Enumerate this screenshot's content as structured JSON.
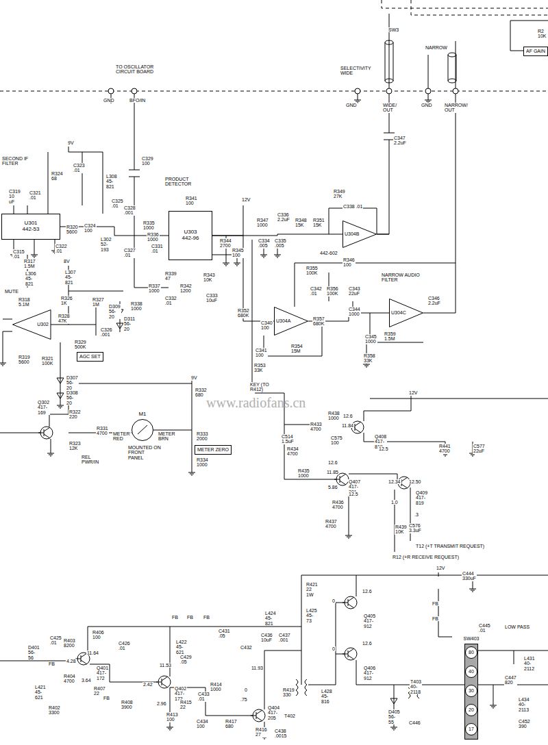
{
  "diagram": {
    "nodes": [
      {
        "text": [
          "AF GAIN"
        ]
      },
      {
        "text": [
          "U301",
          "442-53"
        ]
      },
      {
        "text": [
          "U303",
          "442-96"
        ]
      },
      {
        "text": [
          "U304B"
        ]
      },
      {
        "text": [
          "U304A"
        ]
      },
      {
        "text": [
          "U304C"
        ]
      },
      {
        "text": [
          "U302"
        ]
      },
      {
        "text": [
          "AGC SET"
        ]
      },
      {
        "text": [
          "M1"
        ]
      },
      {
        "text": [
          "METER ZERO"
        ]
      },
      {
        "text": [
          "SW403"
        ]
      },
      {
        "text": [
          "80"
        ],
        "in": 10
      },
      {
        "text": [
          "40"
        ],
        "in": 10
      },
      {
        "text": [
          "30"
        ],
        "in": 10
      },
      {
        "text": [
          "20"
        ],
        "in": 10
      },
      {
        "text": [
          "17"
        ],
        "in": 10
      }
    ],
    "edges": [
      {
        "from": 1,
        "to": 2,
        "arrow": "none"
      },
      {
        "from": 2,
        "to": 3,
        "arrow": "none"
      },
      {
        "from": 2,
        "to": 4,
        "arrow": "none"
      },
      {
        "from": 4,
        "to": 5,
        "arrow": "none"
      }
    ],
    "labels": [
      "TO OSCILLATOR CIRCUIT BOARD",
      "GND",
      "BFO/IN",
      "SW3",
      "SELECTIVITY WIDE",
      "NARROW",
      "R2 10K",
      "GND",
      "WIDE/ OUT",
      "GND",
      "NARROW/ OUT",
      "C347 2.2uF",
      "SECOND IF FILTER",
      "9V",
      "C323 .01",
      "R324 68",
      "L308 45-821",
      "C319 10 uF",
      "C321 .01",
      "C325 .01",
      "C329 100",
      "PRODUCT DETECTOR",
      "R341 100",
      "12V",
      "R349 27K",
      "C338 .01",
      "R347 1000",
      "C336 2.2uF",
      "R348 15K",
      "R351 15K",
      "442-602",
      "C328 .001",
      "C327 .01",
      "R320 5600",
      "C324 100",
      "L302 52-193",
      "R335 1000",
      "R336 1000",
      "C331 .01",
      "R344 2700",
      "R345 100",
      "C334 .005",
      "C335 .005",
      "C322 .01",
      "C315 .01",
      "R317 1.5M",
      "L306 45-821",
      "8V",
      "L307 45-821",
      "R339 47",
      "R337 1000",
      "R343 10K",
      "R342 1200",
      "C332 .01",
      "C333 10uF",
      "R346 100",
      "R355 100K",
      "C342 .01",
      "R356 100K",
      "C343 22uF",
      "NARROW AUDIO FILTER",
      "C346 2.2uF",
      "R338 1000",
      "R326 1K",
      "R327 1M",
      "D309 56-20",
      "D311 56-20",
      "R328 47K",
      "MUTE",
      "R318 5.1M",
      "C326 .001",
      "R329 500K",
      "R319 5600",
      "R321 100K",
      "D307 56-20",
      "D308 56-20",
      "R352 680K",
      "C340 100",
      "R357 680K",
      "C344 1000",
      "R359 1.5M",
      "C345 1000",
      "C341 100",
      "R354 15M",
      "R358 33K",
      "R353 33K",
      "9V",
      "R332 680",
      "Q302 417-169",
      "R322 220",
      "R331 4700",
      "R323 12K",
      "METER RED",
      "METER BRN",
      "MOUNTED ON FRONT PANEL",
      "REL PWR/IN",
      "R333 2000",
      "R334 1000",
      "www.radiofans.cn",
      "KEY (TO R412)",
      "12V",
      "R438 1000",
      "R433 4700",
      "C575 100",
      "C514 1.5uF",
      "R434 4700",
      "Q408 417-819",
      "R441 4700",
      "C577 22uF",
      "R435 1000",
      "Q407 417-201",
      "Q409 417-819",
      "R436 4700",
      "R437 4700",
      "R439 10K",
      "C576 3.3uF",
      "T12 (+T TRANSMIT REQUEST)",
      "R12 (+R RECEIVE REQUEST)",
      "12.6",
      "11.84",
      "12.5",
      "12.6",
      "11.85",
      "5.86",
      "12.5",
      "12.34",
      "1.0",
      "12.50",
      ".3",
      "12V",
      "C444 330uF",
      "R421 22 1W",
      "L425 45-73",
      "L424 45-821",
      "C431 .05",
      "C436 10uF",
      "C437 .001",
      "FB",
      "FB",
      "FB",
      "FB",
      "FB",
      "FB",
      "FB",
      "C445 .01",
      "LOW PASS",
      "R403 8200",
      "C425 .01",
      "R406 100",
      "C426 .01",
      "L422 45-621",
      "C429 .05",
      "Q401 417-172",
      "Q402 417-172",
      "R414 1000",
      "C432",
      "Q404 417-205",
      "R419 330",
      "L428 45-816",
      "T402",
      "Q405 417-912",
      "Q406 417-912",
      "D405 56-55",
      "T403 40-2118",
      "C446",
      "L431 40-2112",
      "C447 820",
      "L434 40-2113",
      "C452 390",
      "R407 22",
      "R408 3900",
      "R404 4700",
      "R402 3300",
      "L421 45-621",
      "D401 56-56",
      "R415 22",
      "C433 .01",
      "R413 100",
      "C434 100",
      "R417 680",
      "R416 27",
      "C438 .0015",
      "4.28",
      "11.64",
      "3.64",
      "2.42",
      "11.53",
      "2.96",
      "11.93",
      "0",
      ".75",
      "12.6",
      "0",
      "12.6",
      "0"
    ]
  }
}
